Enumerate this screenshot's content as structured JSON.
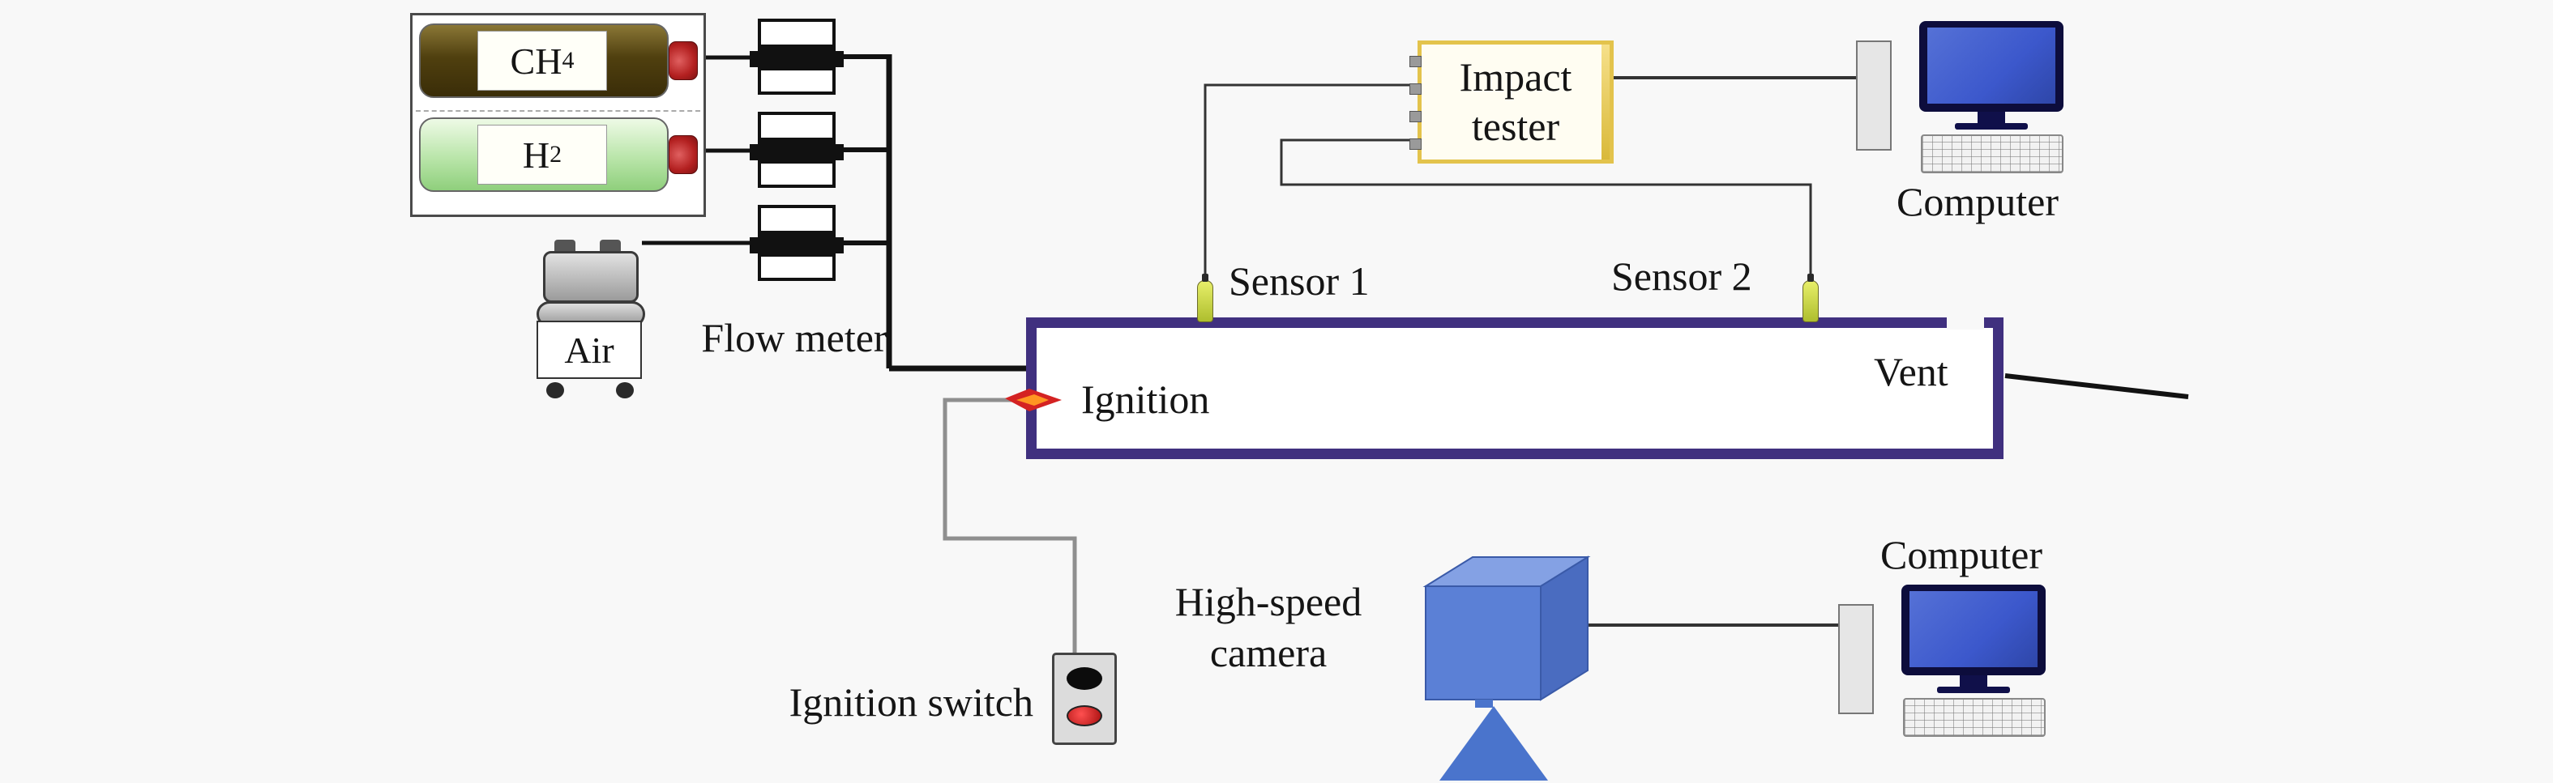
{
  "colors": {
    "background": "#f8f8f8",
    "tube_border": "#40307f",
    "tester_border": "#e3c34c",
    "camera_blue": "#5b80d6",
    "screen_blue": "#3c58cc",
    "ch4_body": "#50400f",
    "h2_body": "#b9e5a9",
    "cap_red": "#b32020",
    "sensor_green": "#cfdc4a",
    "wire_black": "#121212",
    "wire_gray": "#8f8f8f",
    "flame_red": "#d42222",
    "flame_orange": "#ff9522"
  },
  "gas_panel": {
    "cylinders": [
      {
        "label_main": "CH",
        "label_sub": "4"
      },
      {
        "label_main": "H",
        "label_sub": "2"
      }
    ]
  },
  "air_compressor": {
    "label": "Air"
  },
  "flow_meter": {
    "label": "Flow meter"
  },
  "tube": {
    "ignition_label": "Ignition",
    "vent_label": "Vent"
  },
  "sensors": [
    {
      "label": "Sensor 1"
    },
    {
      "label": "Sensor 2"
    }
  ],
  "impact_tester": {
    "line1": "Impact",
    "line2": "tester"
  },
  "camera": {
    "line1": "High-speed",
    "line2": "camera"
  },
  "ignition_switch": {
    "label": "Ignition switch"
  },
  "computers": [
    {
      "label": "Computer"
    },
    {
      "label": "Computer"
    }
  ]
}
